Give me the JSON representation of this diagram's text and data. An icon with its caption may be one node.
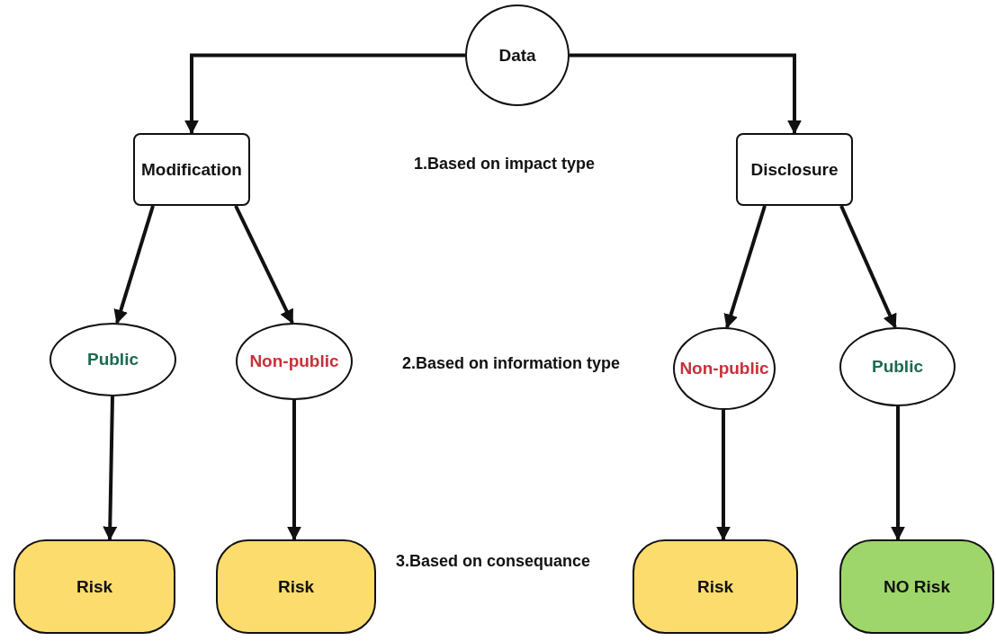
{
  "diagram": {
    "nodes": [
      {
        "text": [
          "Data"
        ]
      },
      {
        "text": [
          "Modification"
        ]
      },
      {
        "text": [
          "Disclosure"
        ]
      },
      {
        "text": [
          "Public"
        ]
      },
      {
        "text": [
          "Non-public"
        ]
      },
      {
        "text": [
          "Non-public"
        ]
      },
      {
        "text": [
          "Public"
        ]
      },
      {
        "text": [
          "Risk"
        ]
      },
      {
        "text": [
          "Risk"
        ]
      },
      {
        "text": [
          "Risk"
        ]
      },
      {
        "text": [
          "NO Risk"
        ]
      }
    ],
    "edges": [
      {
        "from": 0,
        "to": 1,
        "arrow": "to"
      },
      {
        "from": 0,
        "to": 2,
        "arrow": "to"
      },
      {
        "from": 1,
        "to": 3,
        "arrow": "to"
      },
      {
        "from": 1,
        "to": 4,
        "arrow": "to"
      },
      {
        "from": 2,
        "to": 5,
        "arrow": "to"
      },
      {
        "from": 2,
        "to": 6,
        "arrow": "to"
      },
      {
        "from": 3,
        "to": 7,
        "arrow": "to"
      },
      {
        "from": 4,
        "to": 8,
        "arrow": "to"
      },
      {
        "from": 5,
        "to": 9,
        "arrow": "to"
      },
      {
        "from": 6,
        "to": 10,
        "arrow": "to"
      }
    ],
    "labels": [
      "1.Based on impact type",
      "2.Based on information type",
      "3.Based on consequance"
    ]
  }
}
